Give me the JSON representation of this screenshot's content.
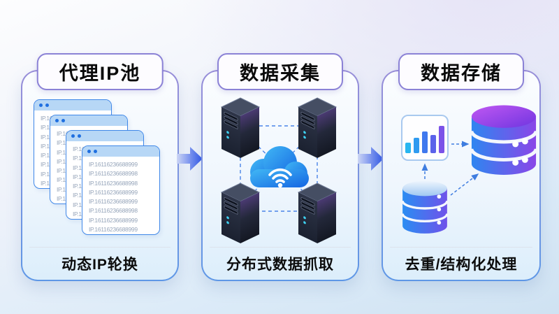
{
  "diagram": {
    "panels": [
      {
        "title": "代理IP池",
        "footer": "动态IP轮换"
      },
      {
        "title": "数据采集",
        "footer": "分布式数据抓取"
      },
      {
        "title": "数据存储",
        "footer": "去重/结构化处理"
      }
    ]
  },
  "proxy_windows": {
    "window_count": 4,
    "ip_lines": [
      "IP.16116236688999",
      "IP.16116236688998",
      "IP.16116236688998",
      "IP.16116236688999",
      "IP.16116236688999",
      "IP.16116236688998",
      "IP.16116236688999",
      "IP.16116236688999"
    ]
  },
  "storage": {
    "chart_bar_heights": [
      34,
      50,
      70,
      60,
      88
    ],
    "chart_bar_colors": [
      "#29b6f0",
      "#2f9bf0",
      "#3f78ee",
      "#5b62ea",
      "#7b52e8"
    ]
  },
  "icons": {
    "middle": [
      "server-icon",
      "cloud-wifi-icon"
    ],
    "right": [
      "bar-chart-icon",
      "database-icon"
    ],
    "left": [
      "browser-window-icon"
    ],
    "connector": "flow-arrow-icon"
  },
  "colors": {
    "dashed_line": "#3f7de0",
    "cloud_top": "#41b8f5",
    "cloud_bottom": "#1565e2",
    "db_blue": "#2f86f0",
    "db_purple": "#8a46e8",
    "badge_border": "#8b82d6",
    "panel_border_top": "#988dd8",
    "panel_border_bottom": "#5e97e6",
    "window_border": "#3f87e8",
    "arrow_gradient_start": "#ccd6f5",
    "arrow_gradient_end": "#2e55e8"
  }
}
